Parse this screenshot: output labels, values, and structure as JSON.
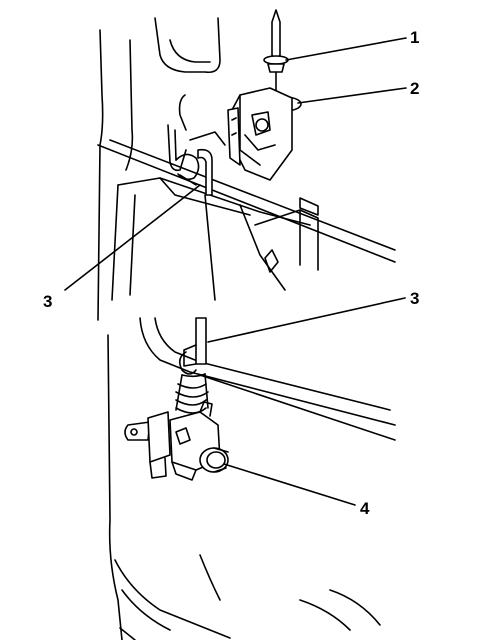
{
  "callouts": {
    "c1": "1",
    "c2": "2",
    "c3_upper": "3",
    "c3_lower": "3",
    "c4": "4"
  },
  "parts": {
    "fastener_pin": "fastener-pin",
    "striker_bracket": "striker-bracket",
    "clip_rod": "clip-rod",
    "lock_cylinder": "lock-cylinder"
  },
  "colors": {
    "line": "#000000",
    "background": "#ffffff"
  }
}
